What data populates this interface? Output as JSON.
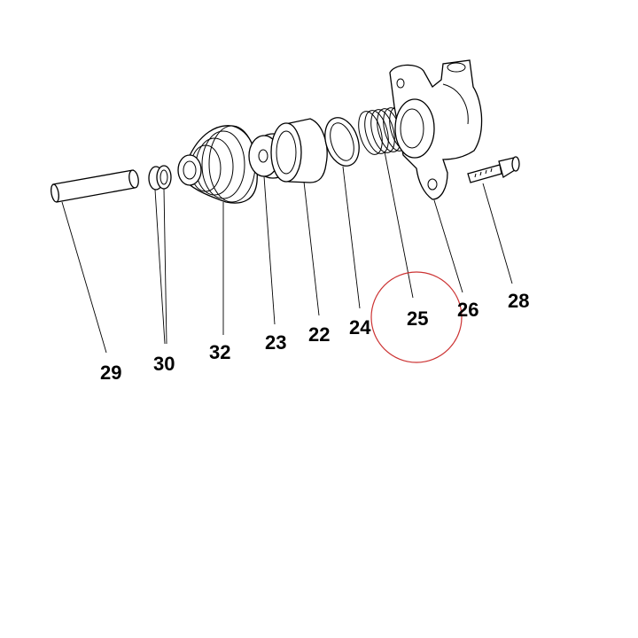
{
  "callouts": [
    {
      "id": "29",
      "text": "29"
    },
    {
      "id": "30",
      "text": "30"
    },
    {
      "id": "32",
      "text": "32"
    },
    {
      "id": "23",
      "text": "23"
    },
    {
      "id": "22",
      "text": "22"
    },
    {
      "id": "24",
      "text": "24"
    },
    {
      "id": "25",
      "text": "25"
    },
    {
      "id": "26",
      "text": "26"
    },
    {
      "id": "28",
      "text": "28"
    }
  ],
  "highlight": {
    "target": "25",
    "color": "#cc3333"
  }
}
